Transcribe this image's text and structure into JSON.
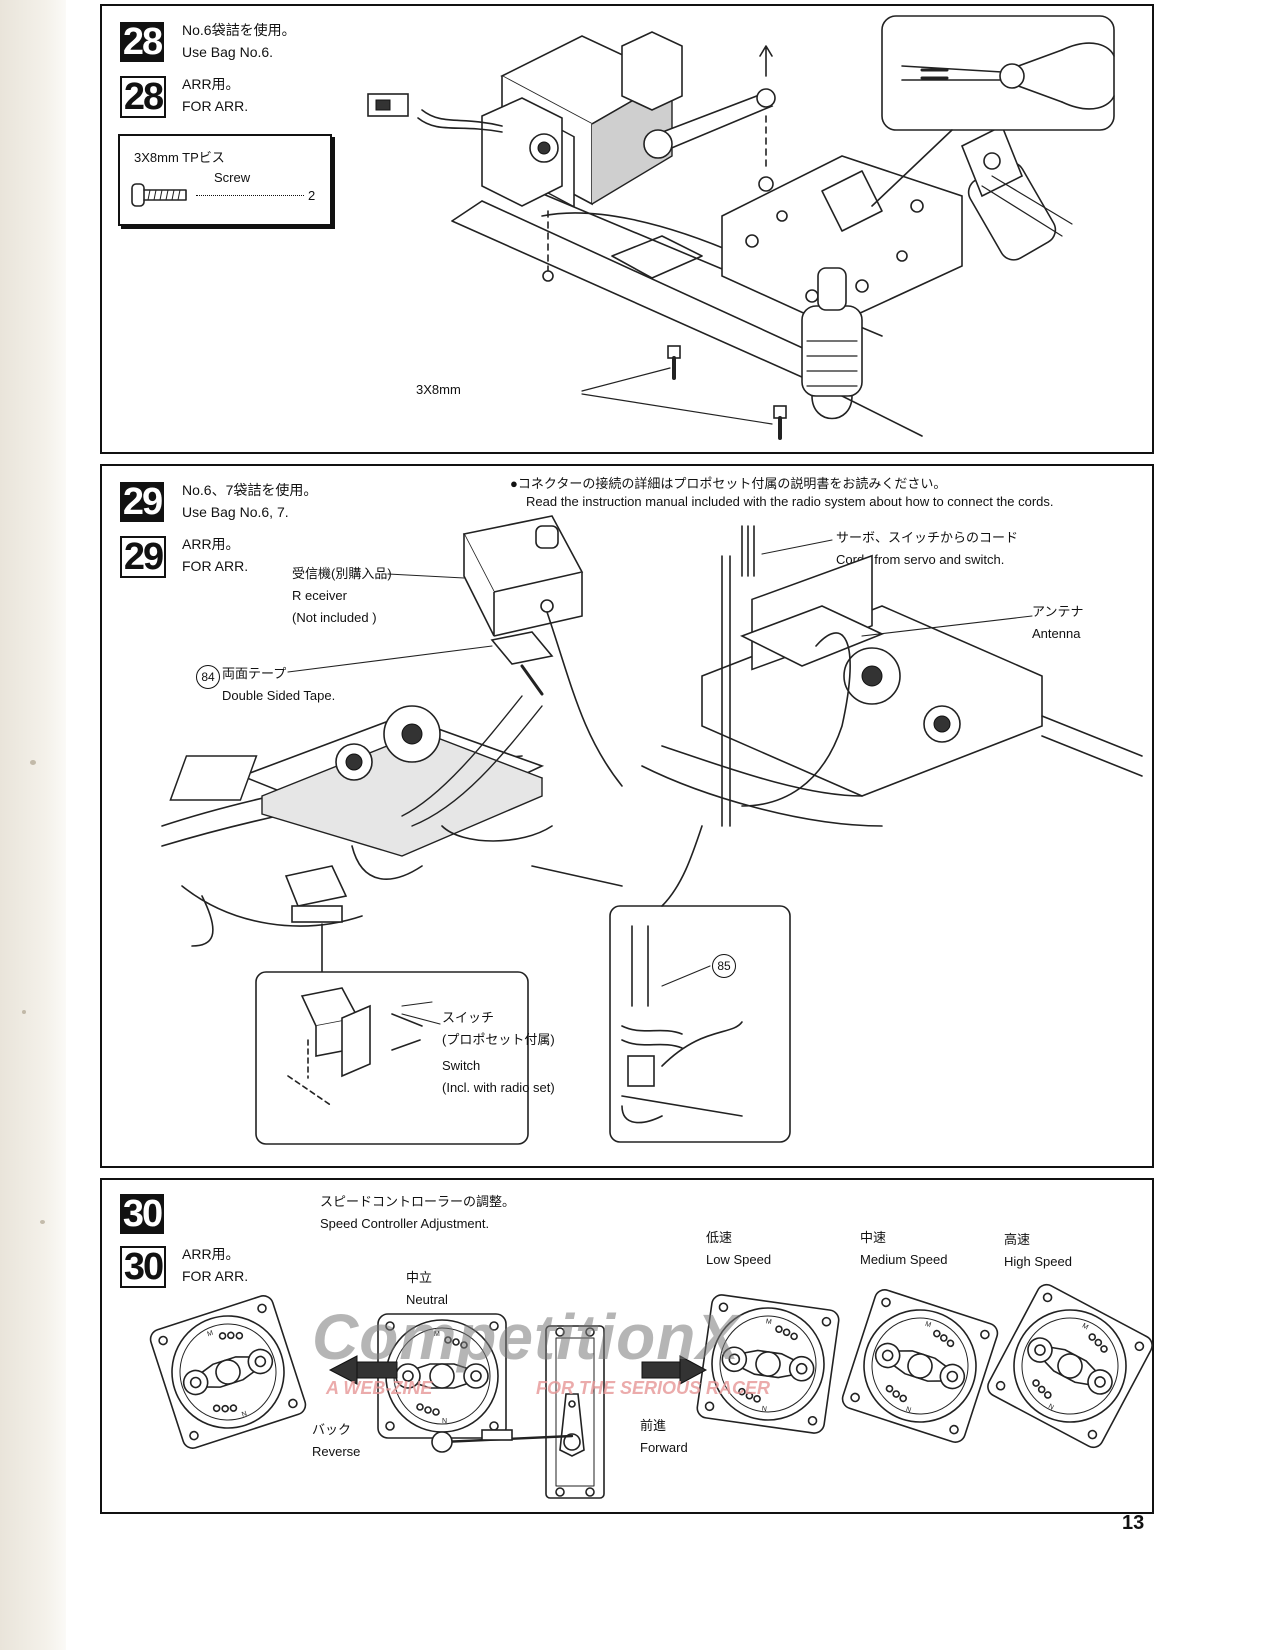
{
  "page_number": "13",
  "step28": {
    "badge": "28",
    "badge_arr": "28",
    "jp_bag": "No.6袋詰を使用。",
    "en_bag": "Use Bag No.6.",
    "jp_arr": "ARR用。",
    "en_arr": "FOR ARR.",
    "parts_jp": "3X8mm TPビス",
    "parts_en": "Screw",
    "parts_qty": "2",
    "screw_callout": "3X8mm"
  },
  "step29": {
    "badge": "29",
    "badge_arr": "29",
    "jp_bag": "No.6、7袋詰を使用。",
    "en_bag": "Use Bag No.6, 7.",
    "jp_arr": "ARR用。",
    "en_arr": "FOR ARR.",
    "note_jp": "●コネクターの接続の詳細はプロポセット付属の説明書をお読みください。",
    "note_en": "Read the instruction manual included with the radio system about how to connect the cords.",
    "receiver_jp": "受信機(別購入品)",
    "receiver_en": "R eceiver",
    "receiver_note": "(Not included )",
    "tape_num": "84",
    "tape_jp": "両面テープ",
    "tape_en": "Double Sided Tape.",
    "cords_jp": "サーボ、スイッチからのコード",
    "cords_en": "Cords from servo and switch.",
    "antenna_jp": "アンテナ",
    "antenna_en": "Antenna",
    "switch_jp": "スイッチ",
    "switch_jp2": "(プロポセット付属)",
    "switch_en": "Switch",
    "switch_note": "(Incl. with radio set)",
    "pipe_num": "85"
  },
  "step30": {
    "badge": "30",
    "badge_arr": "30",
    "title_jp": "スピードコントローラーの調整。",
    "title_en": "Speed Controller Adjustment.",
    "jp_arr": "ARR用。",
    "en_arr": "FOR ARR.",
    "neutral_jp": "中立",
    "neutral_en": "Neutral",
    "reverse_jp": "バック",
    "reverse_en": "Reverse",
    "forward_jp": "前進",
    "forward_en": "Forward",
    "low_jp": "低速",
    "low_en": "Low Speed",
    "medium_jp": "中速",
    "medium_en": "Medium Speed",
    "high_jp": "高速",
    "high_en": "High Speed"
  },
  "watermark": {
    "brand": "CompetitionX",
    "tagline_left": "A WEB-ZINE",
    "tagline_right": "FOR THE SERIOUS RACER"
  }
}
